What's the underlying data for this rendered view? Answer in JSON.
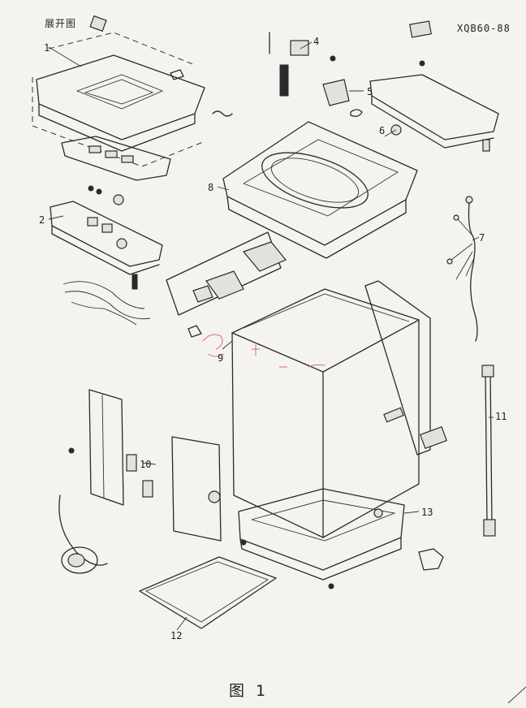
{
  "header": {
    "title_left": "展开图",
    "model": "XQB60-88"
  },
  "caption": "图 1",
  "parts": [
    {
      "number": "1"
    },
    {
      "number": "2"
    },
    {
      "number": "4"
    },
    {
      "number": "5"
    },
    {
      "number": "6"
    },
    {
      "number": "7"
    },
    {
      "number": "8"
    },
    {
      "number": "9"
    },
    {
      "number": "10"
    },
    {
      "number": "11"
    },
    {
      "number": "12"
    },
    {
      "number": "13"
    }
  ],
  "colors": {
    "paper": "#f4f3ef",
    "ink": "#2a2a2a",
    "annotation": "#d46a78"
  }
}
